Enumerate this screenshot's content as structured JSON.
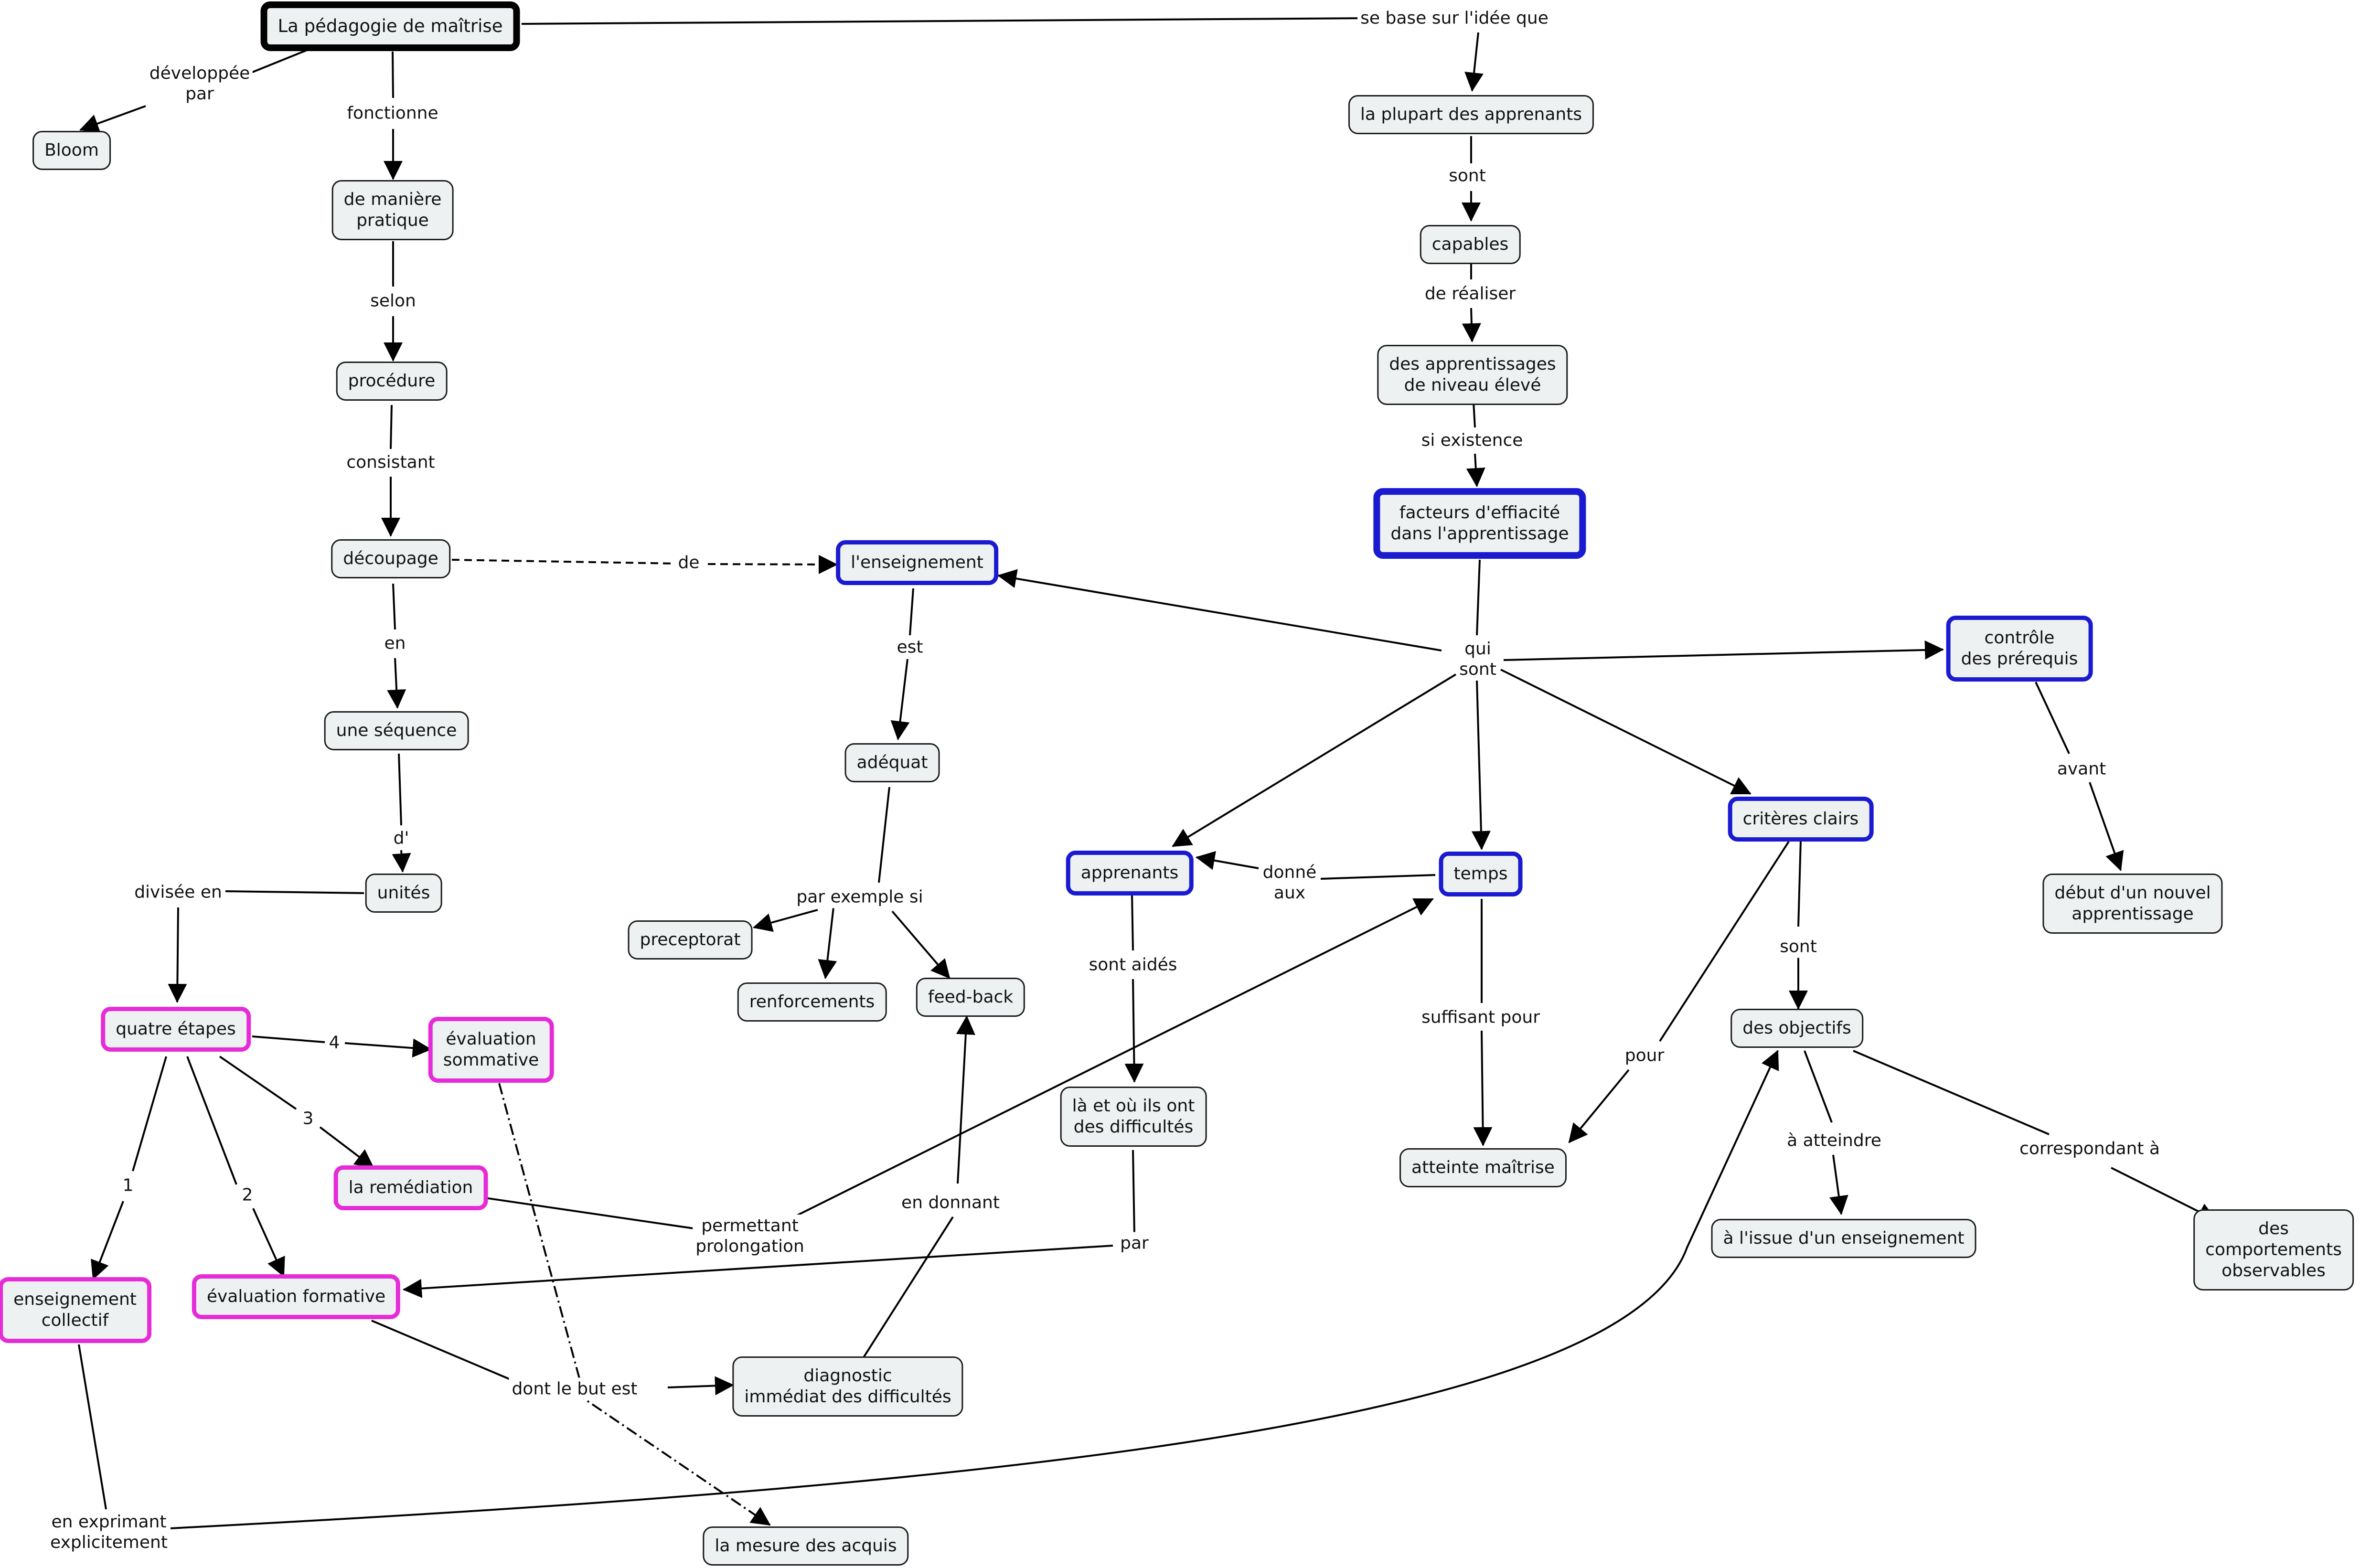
{
  "concept_map": {
    "nodes": {
      "root": "La pédagogie de maîtrise",
      "bloom": "Bloom",
      "pratique": "de manière\npratique",
      "procedure": "procédure",
      "decoupage": "découpage",
      "sequence": "une séquence",
      "unites": "unités",
      "quatre": "quatre étapes",
      "sommative": "évaluation\nsommative",
      "remediation": "la remédiation",
      "collectif": "enseignement\ncollectif",
      "formative": "évaluation formative",
      "enseignement": "l'enseignement",
      "adequat": "adéquat",
      "preceptorat": "preceptorat",
      "renforcements": "renforcements",
      "feedback": "feed-back",
      "diagnostic": "diagnostic\nimmédiat des difficultés",
      "mesure": "la mesure des acquis",
      "plupart": "la plupart des apprenants",
      "capables": "capables",
      "apprentissages": "des  apprentissages\nde niveau élevé",
      "facteurs": "facteurs d'effiacité\ndans l'apprentissage",
      "controle": "contrôle\ndes prérequis",
      "debut": "début d'un nouvel\napprentissage",
      "apprenants": "apprenants",
      "temps": "temps",
      "criteres": "critères clairs",
      "ladifficultes": "là et où ils ont\ndes difficultés",
      "atteinte": "atteinte maîtrise",
      "objectifs": "des objectifs",
      "issue": "à l'issue d'un enseignement",
      "comportements": "des comportements\nobservables"
    },
    "links": {
      "developpee": "développée\npar",
      "fonctionne": "fonctionne",
      "selon": "selon",
      "consistant": "consistant",
      "en": "en",
      "d": "d'",
      "divisee": "divisée en",
      "n4": "4",
      "n3": "3",
      "n2": "2",
      "n1": "1",
      "de": "de",
      "est": "est",
      "parexemple": "par exemple si",
      "endonnant": "en donnant",
      "dontlebut": "dont le but est",
      "permettant": "permettant\nprolongation",
      "par": "par",
      "enexprimant": "en exprimant\nexplicitement",
      "sebase": "se base sur l'idée que",
      "sont": "sont",
      "derealiser": "de réaliser",
      "siexistence": "si existence",
      "quisont": "qui\nsont",
      "avant": "avant",
      "donneaux": "donné\naux",
      "sontaides": "sont aidés",
      "suffisant": "suffisant pour",
      "pour": "pour",
      "sont2": "sont",
      "aatteindre": "à atteindre",
      "correspondant": "correspondant à"
    }
  }
}
